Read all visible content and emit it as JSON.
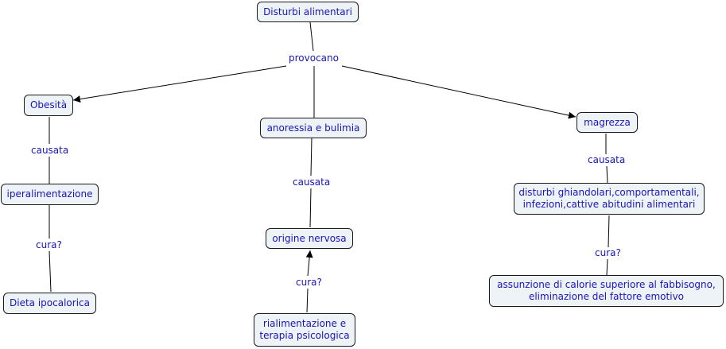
{
  "nodes": {
    "disturbi": "Disturbi alimentari",
    "obesita": "Obesità",
    "anoressia": "anoressia e bulimia",
    "magrezza": "magrezza",
    "iperalimentazione": "iperalimentazione",
    "origine": "origine nervosa",
    "ghiandolari": "disturbi ghiandolari,comportamentali,\ninfezioni,cattive abitudini alimentari",
    "dieta": "Dieta ipocalorica",
    "rialimentazione": "rialimentazione e\nterapia psicologica",
    "assunzione": "assunzione di calorie superiore al fabbisogno,\neliminazione del fattore emotivo"
  },
  "links": {
    "provocano": "provocano",
    "causata_obesita": "causata",
    "cura_obesita": "cura?",
    "causata_anoressia": "causata",
    "cura_anoressia": "cura?",
    "causata_magrezza": "causata",
    "cura_magrezza": "cura?"
  }
}
